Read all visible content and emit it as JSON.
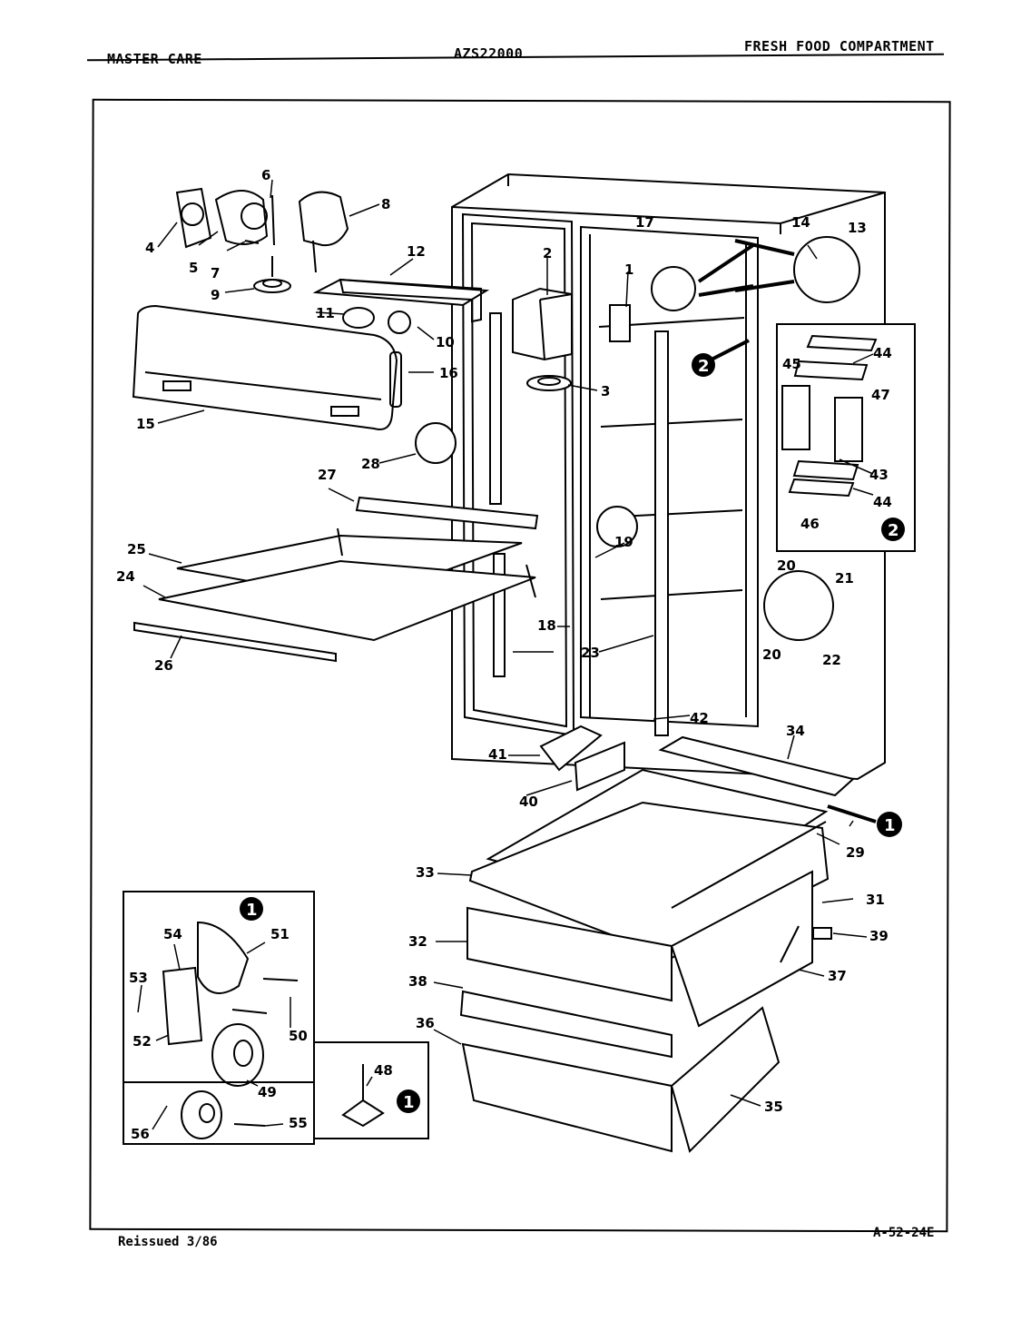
{
  "header": {
    "brand": "MASTER CARE",
    "model": "AZS22000",
    "section": "FRESH FOOD COMPARTMENT"
  },
  "footer": {
    "reissued": "Reissued 3/86",
    "doc_code": "A-52-24E"
  },
  "callouts": {
    "c1": "1",
    "c2": "2",
    "c3": "3",
    "c4": "4",
    "c5": "5",
    "c6": "6",
    "c7": "7",
    "c8": "8",
    "c9": "9",
    "c10": "10",
    "c11": "11",
    "c12": "12",
    "c13": "13",
    "c14": "14",
    "c15": "15",
    "c16": "16",
    "c17": "17",
    "c18": "18",
    "c19": "19",
    "c20": "20",
    "c21": "21",
    "c22": "22",
    "c23": "23",
    "c24": "24",
    "c25": "25",
    "c26": "26",
    "c27": "27",
    "c28": "28",
    "c29": "29",
    "c31": "31",
    "c32": "32",
    "c33": "33",
    "c34": "34",
    "c35": "35",
    "c36": "36",
    "c37": "37",
    "c38": "38",
    "c39": "39",
    "c40": "40",
    "c41": "41",
    "c42": "42",
    "c43": "43",
    "c44": "44",
    "c45": "45",
    "c46": "46",
    "c47": "47",
    "c48": "48",
    "c49": "49",
    "c50": "50",
    "c51": "51",
    "c52": "52",
    "c53": "53",
    "c54": "54",
    "c55": "55",
    "c56": "56"
  },
  "badges": {
    "one": "1",
    "two": "2"
  }
}
